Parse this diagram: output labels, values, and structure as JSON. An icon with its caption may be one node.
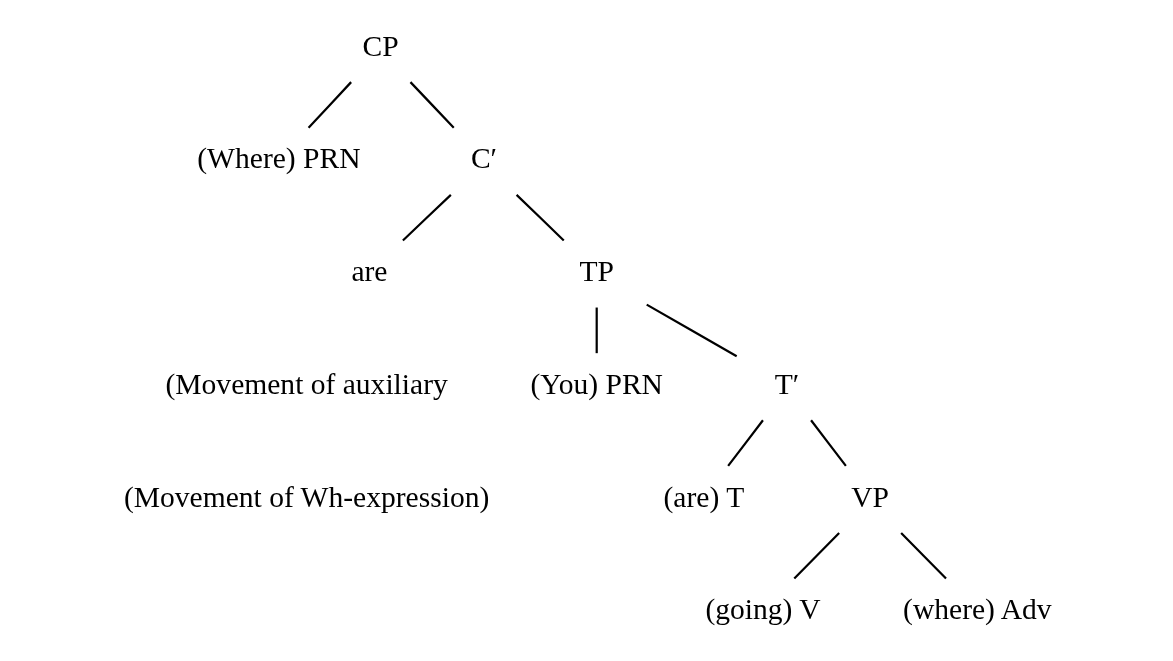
{
  "diagram": {
    "nodes": [
      {
        "text": [
          "CP"
        ]
      },
      {
        "text": [
          "(Where) PRN"
        ]
      },
      {
        "text": [
          "C′"
        ]
      },
      {
        "text": [
          "are"
        ]
      },
      {
        "text": [
          "TP"
        ]
      },
      {
        "text": [
          "(You) PRN"
        ]
      },
      {
        "text": [
          "T′"
        ]
      },
      {
        "text": [
          "(are) T"
        ]
      },
      {
        "text": [
          "VP"
        ]
      },
      {
        "text": [
          "(going) V"
        ]
      },
      {
        "text": [
          "(where) Adv"
        ]
      }
    ],
    "edges": [
      {
        "from": 0,
        "to": 1,
        "arrow": "none"
      },
      {
        "from": 0,
        "to": 2,
        "arrow": "none"
      },
      {
        "from": 2,
        "to": 3,
        "arrow": "none"
      },
      {
        "from": 2,
        "to": 4,
        "arrow": "none"
      },
      {
        "from": 4,
        "to": 5,
        "arrow": "none"
      },
      {
        "from": 4,
        "to": 6,
        "arrow": "none"
      },
      {
        "from": 6,
        "to": 7,
        "arrow": "none"
      },
      {
        "from": 6,
        "to": 8,
        "arrow": "none"
      },
      {
        "from": 8,
        "to": 9,
        "arrow": "none"
      },
      {
        "from": 8,
        "to": 10,
        "arrow": "none"
      }
    ],
    "labels": [
      "(Movement of auxiliary",
      "(Movement of Wh-expression)"
    ]
  }
}
